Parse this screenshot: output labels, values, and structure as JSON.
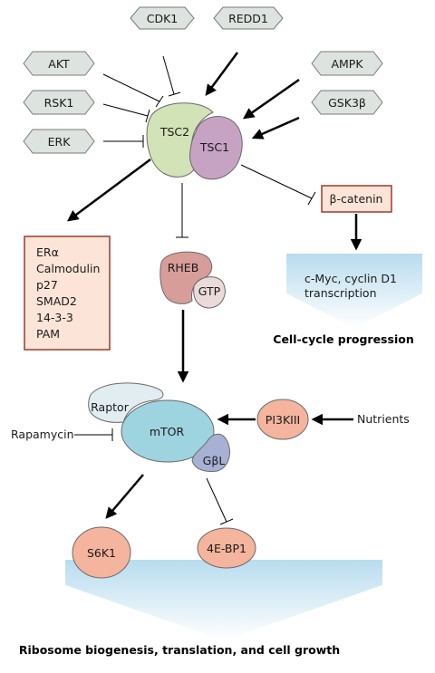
{
  "regulators": {
    "cdk1": "CDK1",
    "redd1": "REDD1",
    "akt": "AKT",
    "ampk": "AMPK",
    "rsk1": "RSK1",
    "gsk3b": "GSK3β",
    "erk": "ERK"
  },
  "complex": {
    "tsc2": "TSC2",
    "tsc1": "TSC1"
  },
  "targets_box": [
    "ERα",
    "Calmodulin",
    "p27",
    "SMAD2",
    "14-3-3",
    "PAM"
  ],
  "beta_catenin": "β-catenin",
  "transcription": [
    "c-Myc, cyclin D1",
    "transcription"
  ],
  "cell_cycle": "Cell-cycle progression",
  "rheb": "RHEB",
  "gtp": "GTP",
  "raptor": "Raptor",
  "mtor": "mTOR",
  "gbl": "GβL",
  "rapamycin": "Rapamycin",
  "pi3kiii": "PI3KIII",
  "nutrients": "Nutrients",
  "s6k1": "S6K1",
  "ebp1": "4E-BP1",
  "ribosome": "Ribosome biogenesis, translation, and cell growth",
  "colors": {
    "hexagon_fill": "#dde3de",
    "tsc2_fill": "#d2e3b7",
    "tsc1_fill": "#c6a3c3",
    "salmon_fill": "#f5b49e",
    "box_fill": "#fce4d8",
    "box_stroke": "#9b3b2a",
    "mtor_fill": "#9ed4df",
    "gbl_fill": "#a6b1d4",
    "rheb_fill": "#d79d98",
    "gtp_fill": "#eadada",
    "gradient_blue": "#c6e3f2"
  }
}
